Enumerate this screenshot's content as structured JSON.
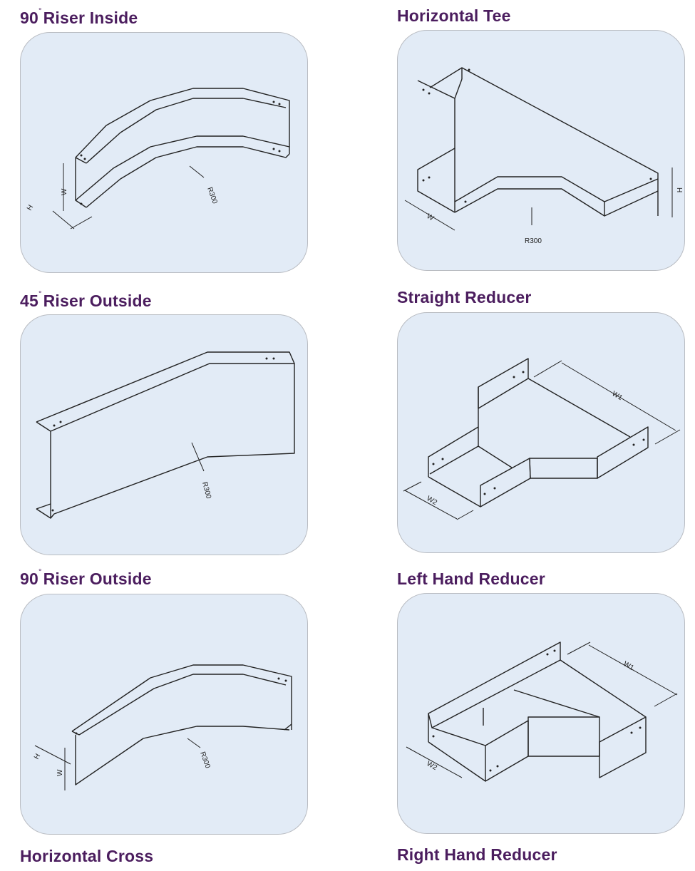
{
  "fittings": [
    {
      "id": "riser-90-inside",
      "title_num": "90",
      "title_sup": "°",
      "title_rest": "Riser Inside",
      "labels": {
        "w": "W",
        "h": "H",
        "r": "R300"
      }
    },
    {
      "id": "horizontal-tee",
      "title": "Horizontal Tee",
      "labels": {
        "w": "W",
        "h": "H",
        "r": "R300"
      }
    },
    {
      "id": "riser-45-outside",
      "title_num": "45",
      "title_sup": "°",
      "title_rest": "Riser Outside",
      "labels": {
        "r": "R300"
      }
    },
    {
      "id": "straight-reducer",
      "title": "Straight Reducer",
      "labels": {
        "w1": "W1",
        "w2": "W2"
      }
    },
    {
      "id": "riser-90-outside",
      "title_num": "90",
      "title_sup": "°",
      "title_rest": "Riser Outside",
      "labels": {
        "w": "W",
        "h": "H",
        "r": "R300"
      }
    },
    {
      "id": "left-hand-reducer",
      "title": "Left Hand Reducer",
      "labels": {
        "w1": "W1",
        "w2": "W2"
      }
    },
    {
      "id": "horizontal-cross",
      "title": "Horizontal Cross"
    },
    {
      "id": "right-hand-reducer",
      "title": "Right Hand Reducer"
    }
  ],
  "colors": {
    "title": "#4b1d5e",
    "panel": "#e2ebf6",
    "border": "#b9bcc2"
  }
}
